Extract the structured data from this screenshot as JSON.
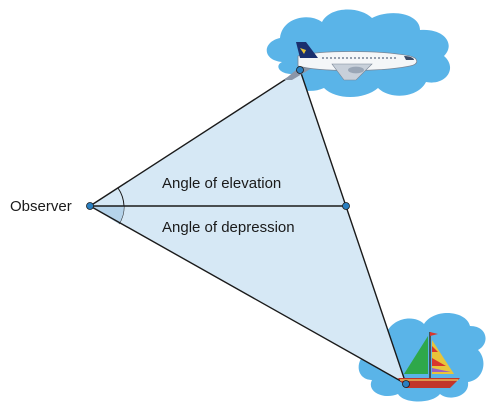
{
  "labels": {
    "observer": "Observer",
    "elevation": "Angle of elevation",
    "depression": "Angle of depression"
  },
  "colors": {
    "triangle_fill": "#d6e8f5",
    "line": "#1a1a1a",
    "point": "#2a7fc0",
    "cloud": "#5ab4e8",
    "sea": "#5ab4e8",
    "plane_tail": "#1a2f6e",
    "sail_green": "#2ea84a",
    "sail_red": "#d9362c",
    "sail_yellow": "#e8c43a",
    "hull": "#c2352a"
  },
  "icons": {
    "plane": "airplane-icon",
    "boat": "sailboat-icon",
    "cloud": "cloud-icon",
    "sea": "sea-icon"
  }
}
